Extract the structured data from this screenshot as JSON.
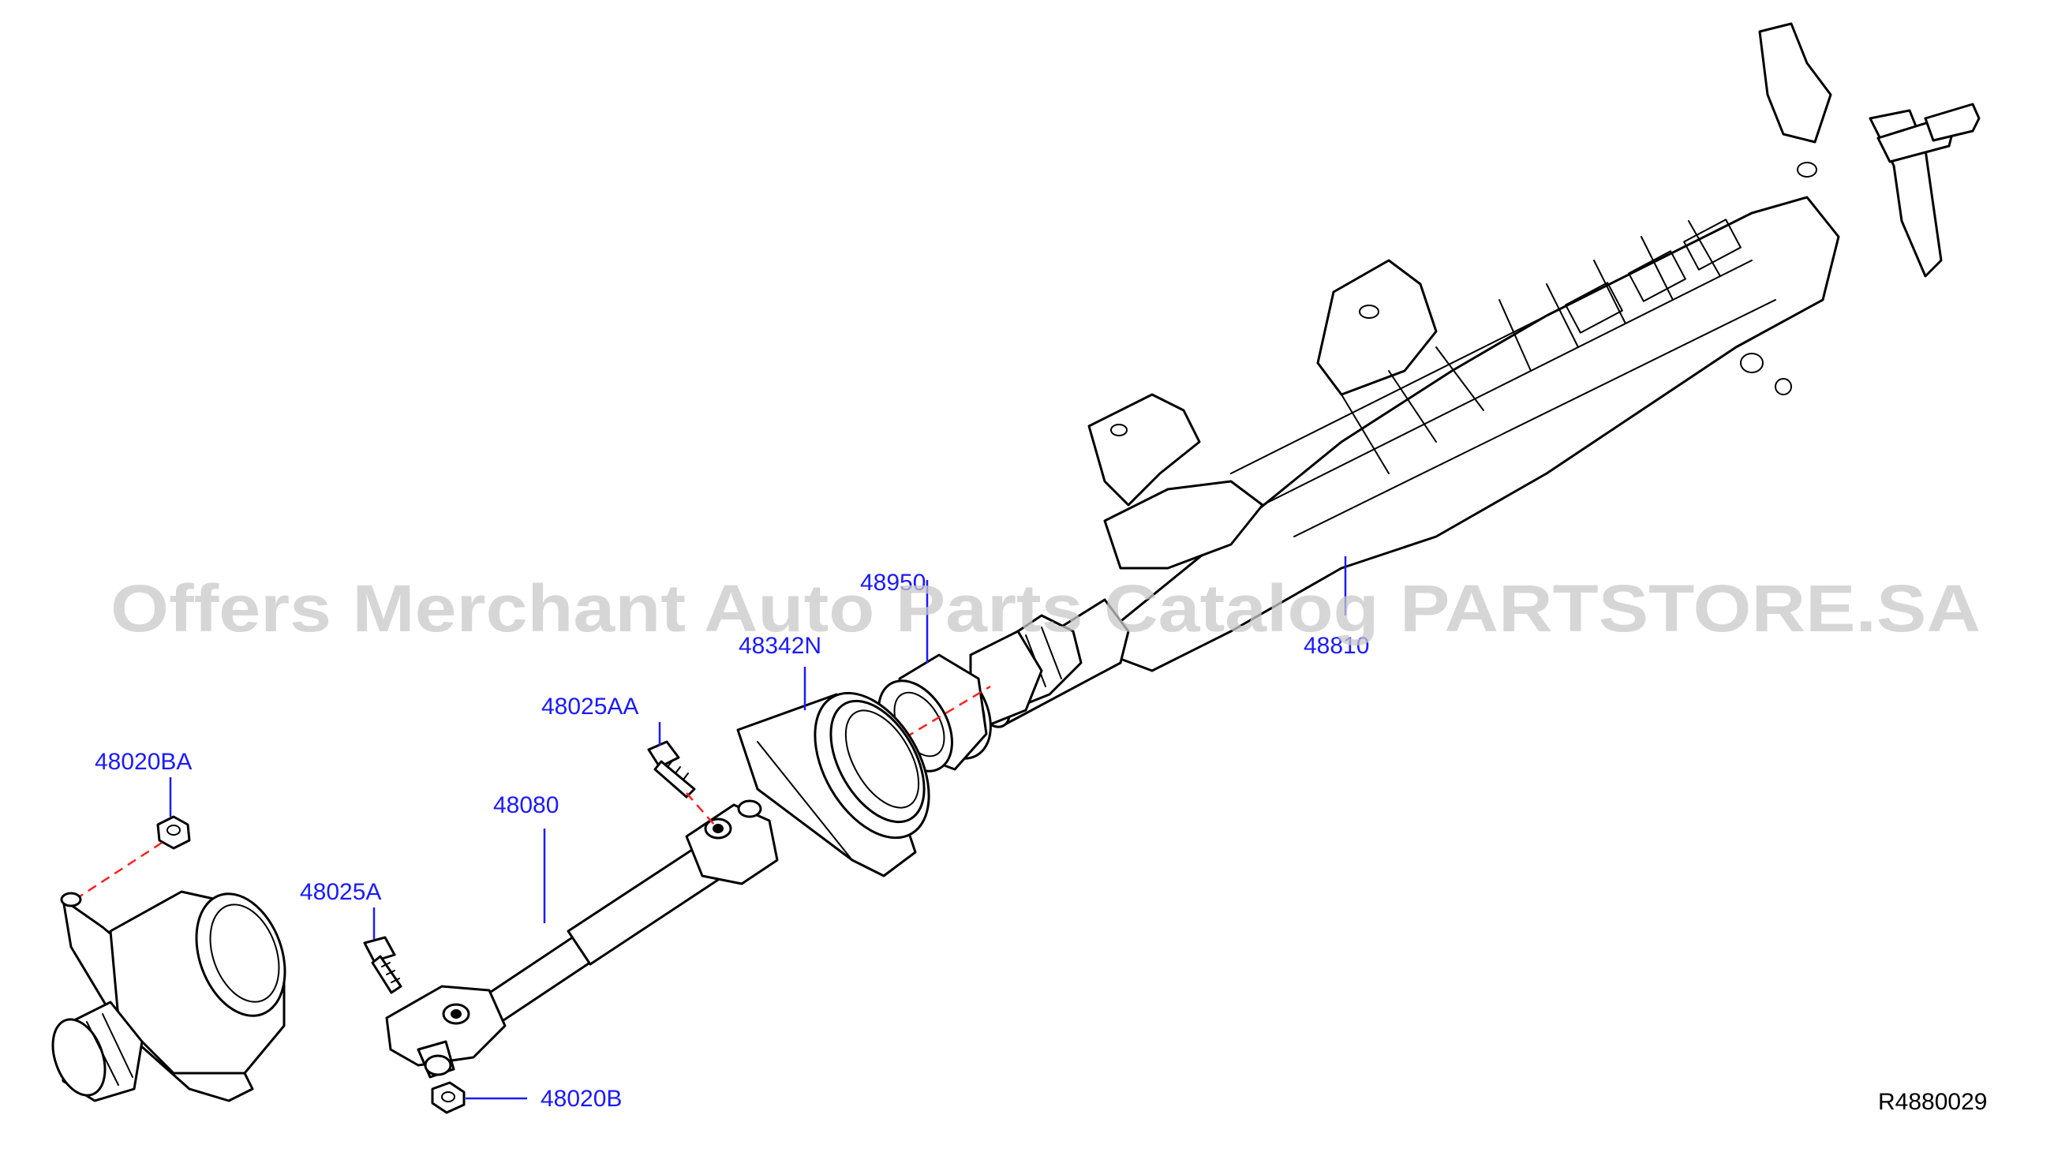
{
  "diagram_id": "R4880029",
  "watermark": "Offers Merchant Auto Parts Catalog PARTSTORE.SA",
  "parts": [
    {
      "key": "p48020BA",
      "number": "48020BA"
    },
    {
      "key": "p48025AA",
      "number": "48025AA"
    },
    {
      "key": "p48342N",
      "number": "48342N"
    },
    {
      "key": "p48950",
      "number": "48950"
    },
    {
      "key": "p48810",
      "number": "48810"
    },
    {
      "key": "p48080",
      "number": "48080"
    },
    {
      "key": "p48025A",
      "number": "48025A"
    },
    {
      "key": "p48020B",
      "number": "48020B"
    }
  ],
  "colors": {
    "label": "#1a1aff",
    "dashed_line": "#ff2020",
    "watermark": "#c8c8c8",
    "line_art": "#000000"
  }
}
